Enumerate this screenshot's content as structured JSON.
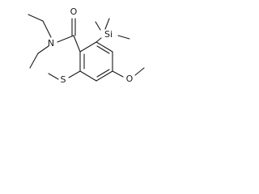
{
  "structure": {
    "atoms": {
      "amide_n": "N",
      "carbonyl_o": "O",
      "silicon": "Si",
      "methoxy_o": "O",
      "thio_s": "S"
    }
  }
}
